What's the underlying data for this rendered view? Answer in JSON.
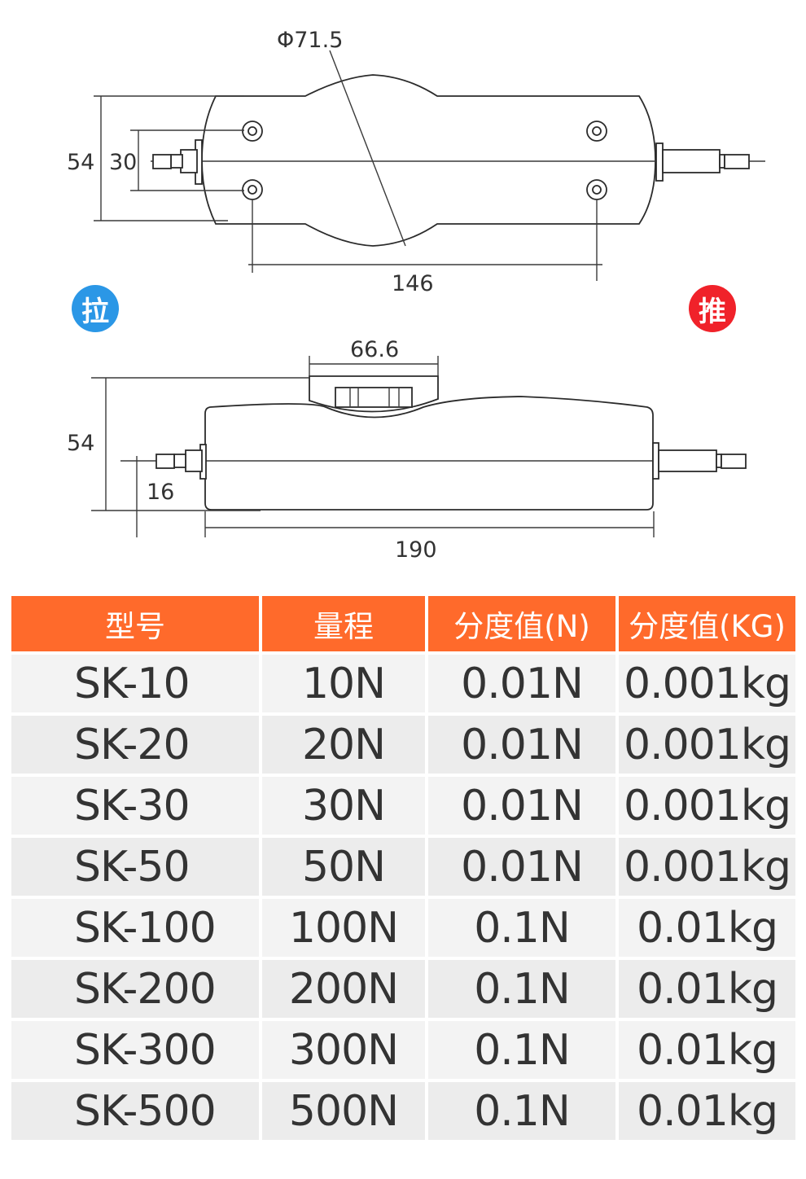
{
  "colors": {
    "header_bg": "#ff6a2b",
    "row_bg_light": "#f3f3f3",
    "row_bg_alt": "#ececec",
    "pull_badge": "#2b97e6",
    "push_badge": "#f0222a"
  },
  "top_view": {
    "diameter": "Φ71.5",
    "height_outer": "54",
    "height_inner": "30",
    "hole_spacing": "146"
  },
  "badges": {
    "pull": "拉",
    "push": "推"
  },
  "side_view": {
    "top_width": "66.6",
    "height": "54",
    "shaft_height": "16",
    "length": "190"
  },
  "table": {
    "headers": [
      "型号",
      "量程",
      "分度值(N)",
      "分度值(KG)"
    ],
    "rows": [
      [
        "SK-10",
        "10N",
        "0.01N",
        "0.001kg"
      ],
      [
        "SK-20",
        "20N",
        "0.01N",
        "0.001kg"
      ],
      [
        "SK-30",
        "30N",
        "0.01N",
        "0.001kg"
      ],
      [
        "SK-50",
        "50N",
        "0.01N",
        "0.001kg"
      ],
      [
        "SK-100",
        "100N",
        "0.1N",
        "0.01kg"
      ],
      [
        "SK-200",
        "200N",
        "0.1N",
        "0.01kg"
      ],
      [
        "SK-300",
        "300N",
        "0.1N",
        "0.01kg"
      ],
      [
        "SK-500",
        "500N",
        "0.1N",
        "0.01kg"
      ]
    ]
  }
}
